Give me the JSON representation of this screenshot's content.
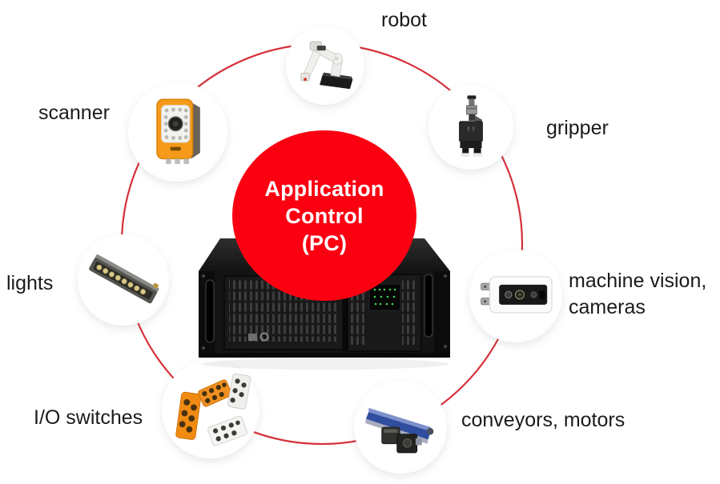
{
  "diagram_title": "Application Control hub diagram",
  "colors": {
    "background": "#ffffff",
    "ring_red": "#d6303a",
    "center_red": "#fb0011",
    "center_text": "#ffffff",
    "label_text": "#1b1b1b"
  },
  "center": {
    "line1": "Application",
    "line2": "Control",
    "line3": "(PC)",
    "device": "industrial-rack-pc"
  },
  "nodes": {
    "robot": {
      "label": "robot",
      "icon": "robot-arm-icon"
    },
    "gripper": {
      "label": "gripper",
      "icon": "gripper-icon"
    },
    "machine_vision": {
      "label_line1": "machine vision,",
      "label_line2": "cameras",
      "icon": "vision-camera-icon"
    },
    "conveyors": {
      "label": "conveyors, motors",
      "icon": "conveyor-belt-icon"
    },
    "io_switches": {
      "label": "I/O switches",
      "icon": "io-modules-icon"
    },
    "lights": {
      "label": "lights",
      "icon": "bar-light-icon"
    },
    "scanner": {
      "label": "scanner",
      "icon": "scanner-camera-icon"
    }
  }
}
